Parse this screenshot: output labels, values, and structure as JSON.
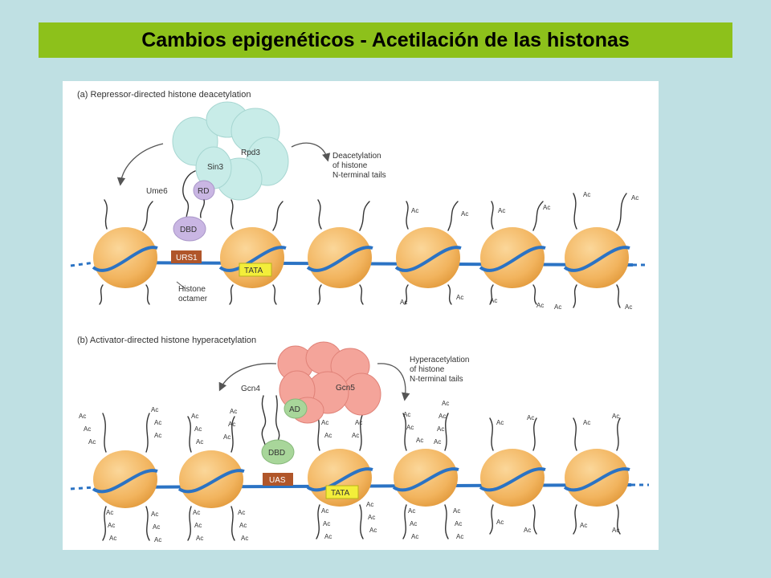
{
  "title": "Cambios epigenéticos - Acetilación de las histonas",
  "panel_a": {
    "heading": "(a)  Repressor-directed histone deacetylation",
    "rpd3": "Rpd3",
    "sin3": "Sin3",
    "rd": "RD",
    "ume6": "Ume6",
    "dbd": "DBD",
    "urs1": "URS1",
    "tata": "TATA",
    "deacetylation_note": [
      "Deacetylation",
      "of histone",
      "N-terminal tails"
    ],
    "histone_octamer": [
      "Histone",
      "octamer"
    ]
  },
  "panel_b": {
    "heading": "(b)  Activator-directed histone hyperacetylation",
    "gcn5": "Gcn5",
    "gcn4": "Gcn4",
    "ad": "AD",
    "dbd": "DBD",
    "uas": "UAS",
    "tata": "TATA",
    "hyperacetylation_note": [
      "Hyperacetylation",
      "of histone",
      "N-terminal tails"
    ]
  },
  "ac_label": "Ac",
  "colors": {
    "title_bar": "#8dc11b",
    "background": "#bfe0e3",
    "nucleosome": "#f2b45e",
    "dna": "#2b73c4",
    "repressor_complex": "#c8ece8",
    "activator_complex": "#f4a49a",
    "dbd_a": "#c9b6e3",
    "dbd_b": "#a8d69a",
    "site_box": "#b0562a",
    "tata_box": "#f3ee3a"
  }
}
